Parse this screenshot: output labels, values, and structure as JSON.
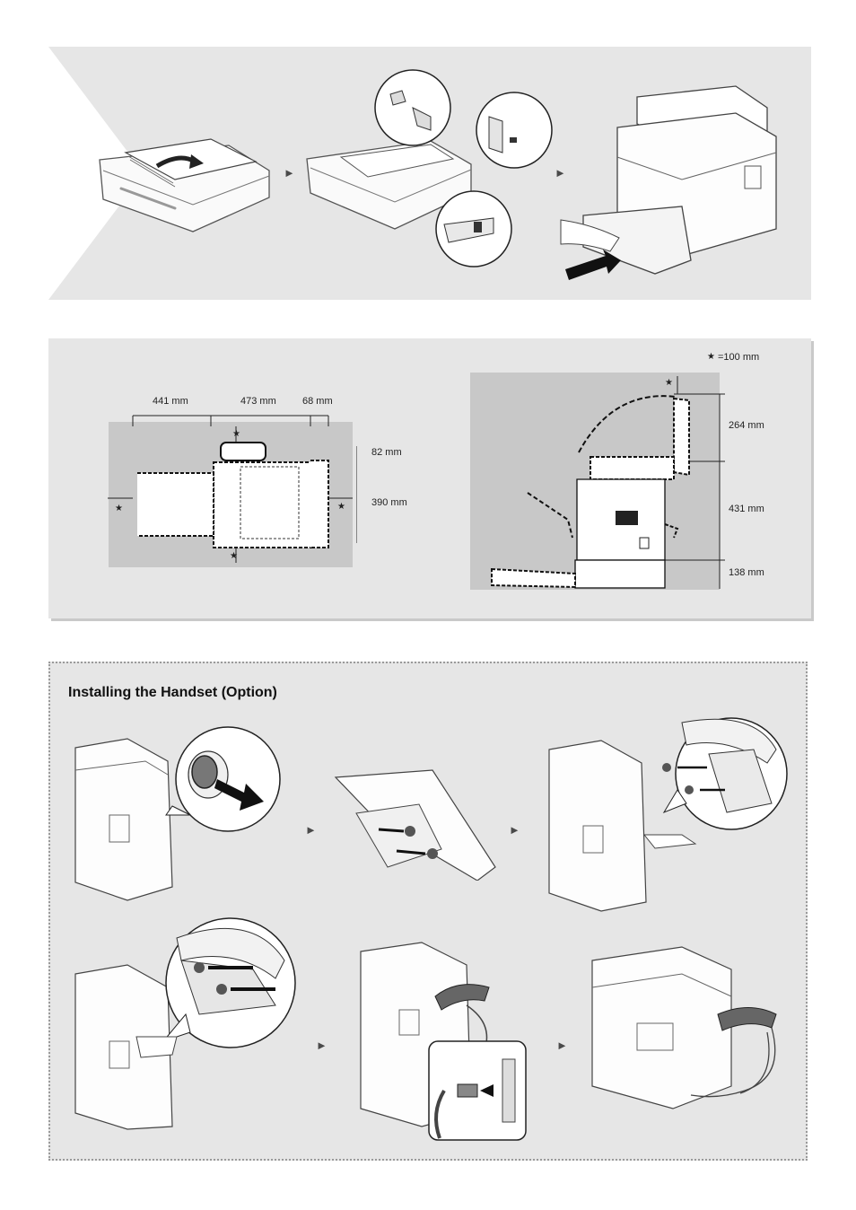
{
  "step_arrow": "►",
  "star_glyph": "★",
  "space": {
    "legend": "=100 mm",
    "top_view": {
      "width_left": "441 mm",
      "width_middle": "473 mm",
      "width_right": "68 mm",
      "height_top": "82 mm",
      "height_main": "390 mm"
    },
    "side_view": {
      "height_top": "264 mm",
      "height_middle": "431 mm",
      "height_bottom": "138 mm"
    }
  },
  "handset": {
    "title": "Installing the Handset (Option)"
  }
}
